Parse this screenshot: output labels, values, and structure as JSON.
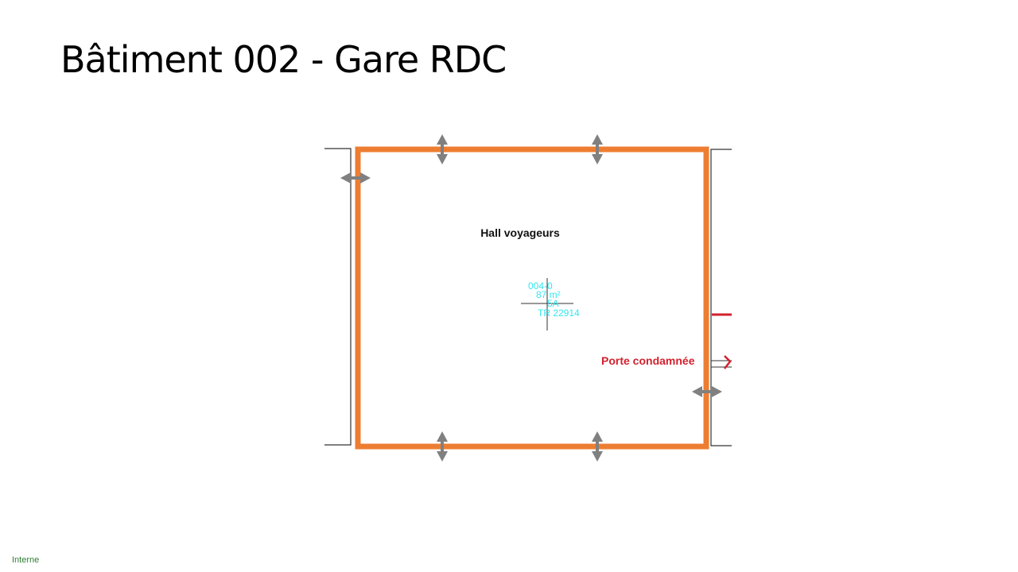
{
  "slide": {
    "title": "Bâtiment 002 - Gare RDC",
    "footer": "Interne"
  },
  "plan": {
    "room_name": "Hall voyageurs",
    "room_tag": {
      "code": "004-0",
      "area": "87 m²",
      "category": "5A",
      "reference": "TR 22914"
    },
    "door_annotation": "Porte condamnée",
    "colors": {
      "highlight_border": "#ed7d31",
      "door_annotation": "#d3212d",
      "room_tag": "#33e6f0",
      "arrows": "#808080"
    }
  }
}
